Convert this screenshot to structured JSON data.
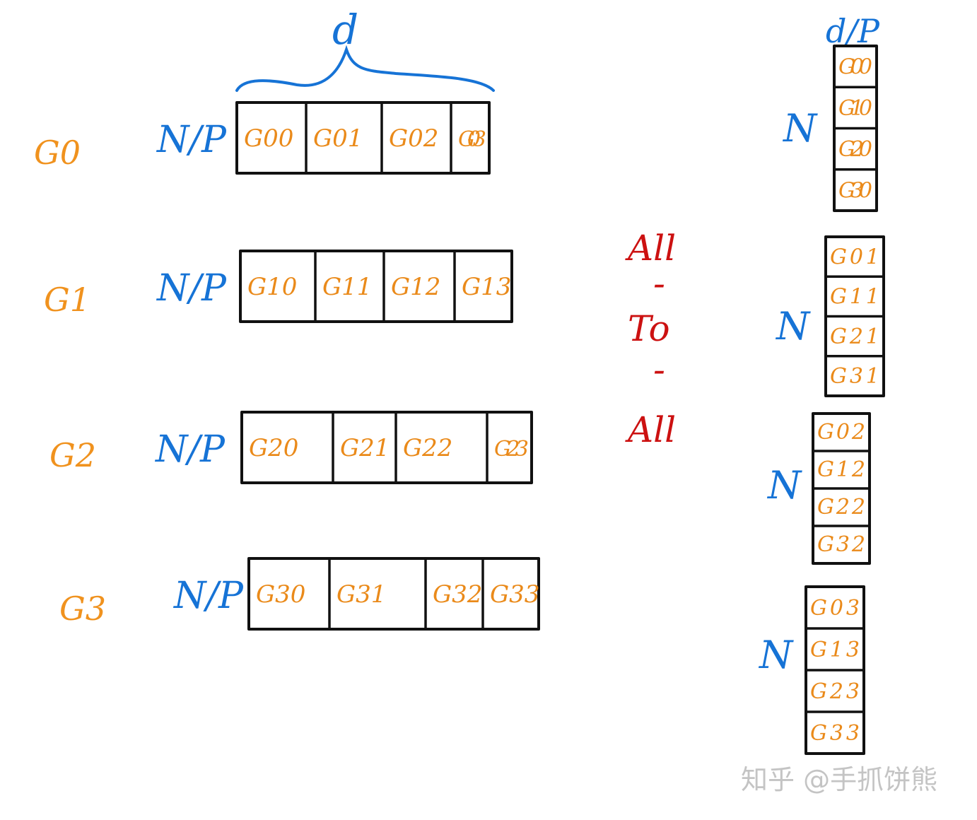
{
  "colors": {
    "gpu_label": "#f0921e",
    "blue_label": "#1673d6",
    "cell_text": "#ea8a1a",
    "all_to_all": "#cc1111",
    "stroke": "#111111",
    "watermark": "#c4c4c4"
  },
  "top_brace_label": "d",
  "right_top_label": "d/P",
  "left": {
    "gpus": [
      {
        "gpu": "G0",
        "dim": "N/P",
        "cells": [
          "G00",
          "G01",
          "G02",
          "G03"
        ]
      },
      {
        "gpu": "G1",
        "dim": "N/P",
        "cells": [
          "G10",
          "G11",
          "G12",
          "G13"
        ]
      },
      {
        "gpu": "G2",
        "dim": "N/P",
        "cells": [
          "G20",
          "G21",
          "G22",
          "G23"
        ]
      },
      {
        "gpu": "G3",
        "dim": "N/P",
        "cells": [
          "G30",
          "G31",
          "G32",
          "G33"
        ]
      }
    ]
  },
  "middle": {
    "lines": [
      "All",
      "-",
      "To",
      "-",
      "All"
    ]
  },
  "right": {
    "blocks": [
      {
        "dim": "N",
        "cells": [
          "G00",
          "G10",
          "G20",
          "G30"
        ]
      },
      {
        "dim": "N",
        "cells": [
          "G01",
          "G11",
          "G21",
          "G31"
        ]
      },
      {
        "dim": "N",
        "cells": [
          "G02",
          "G12",
          "G22",
          "G32"
        ]
      },
      {
        "dim": "N",
        "cells": [
          "G03",
          "G13",
          "G23",
          "G33"
        ]
      }
    ]
  },
  "watermark": "知乎 @手抓饼熊"
}
